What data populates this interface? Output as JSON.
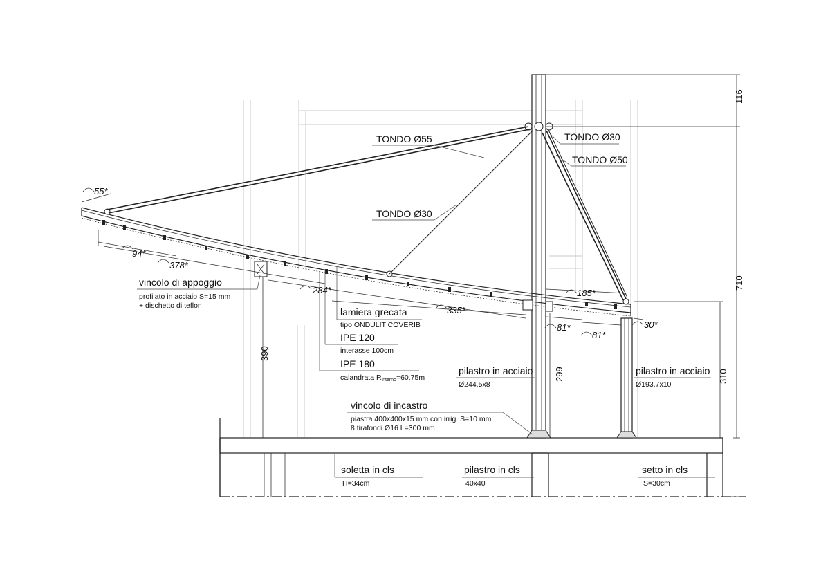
{
  "labels": {
    "tondo_55": "TONDO Ø55",
    "tondo_30_top": "TONDO Ø30",
    "tondo_50": "TONDO Ø50",
    "tondo_30_mid": "TONDO Ø30",
    "vincolo_appoggio": "vincolo di appoggio",
    "vincolo_appoggio_note1": "profilato in acciaio S=15 mm",
    "vincolo_appoggio_note2": "+ dischetto di teflon",
    "lamiera": "lamiera grecata",
    "lamiera_note": "tipo ONDULIT COVERIB",
    "ipe120": "IPE 120",
    "ipe120_note": "interasse 100cm",
    "ipe180": "IPE 180",
    "ipe180_note_main": "calandrata R",
    "ipe180_note_sub": "interno",
    "ipe180_note_val": "=60.75m",
    "pilastro_1": "pilastro in acciaio",
    "pilastro_1_note": "Ø244,5x8",
    "pilastro_2": "pilastro in acciaio",
    "pilastro_2_note": "Ø193,7x10",
    "incastro": "vincolo di incastro",
    "incastro_note1": "piastra 400x400x15 mm con irrig. S=10 mm",
    "incastro_note2": "8 tirafondi Ø16 L=300 mm",
    "soletta": "soletta in cls",
    "soletta_note": "H=34cm",
    "pil_cls": "pilastro in cls",
    "pil_cls_note": "40x40",
    "setto": "setto in cls",
    "setto_note": "S=30cm"
  },
  "dimensions": {
    "d116": "116",
    "d710": "710",
    "d310": "310",
    "d390": "390",
    "d299": "299",
    "a55": "55*",
    "a94": "94*",
    "a378": "378*",
    "a284": "284*",
    "a335": "335*",
    "a185": "185*",
    "a81a": "81*",
    "a81b": "81*",
    "a30": "30*"
  }
}
